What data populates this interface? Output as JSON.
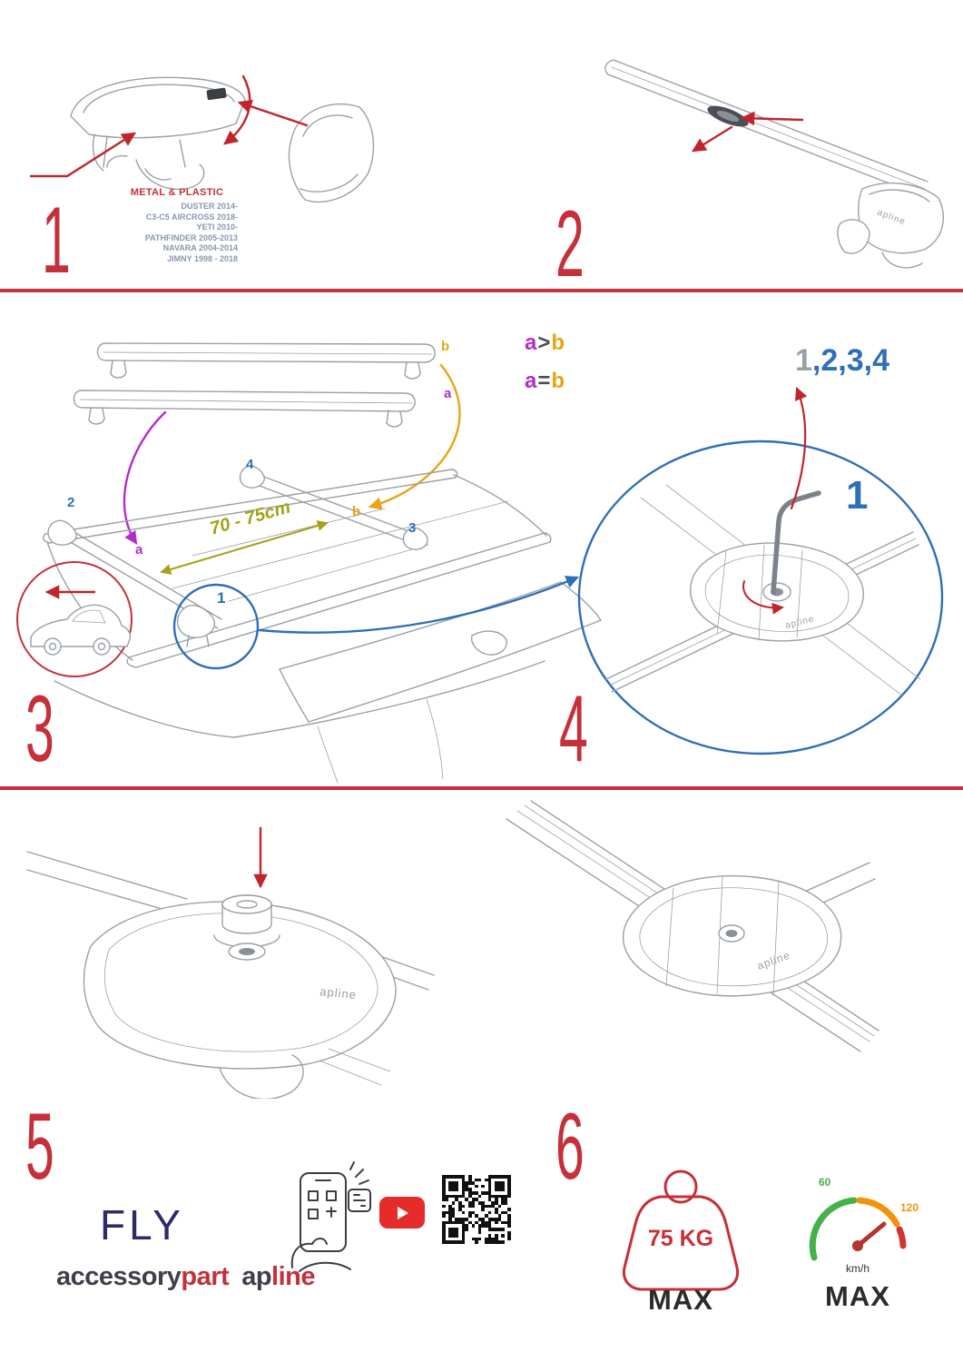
{
  "colors": {
    "red": "#c5303a",
    "arrow_red": "#c0252c",
    "blue": "#2e6fb7",
    "purple": "#b32ccd",
    "orange": "#e8a414",
    "olive": "#a2a318",
    "navy": "#2d2a68",
    "sketch": "#9aa0a6",
    "youtube_red": "#e62b2b",
    "gauge_green": "#46b04a",
    "gauge_orange": "#f2930d",
    "gauge_red": "#d23430",
    "vehicle_text": "#8a97ad"
  },
  "step1": {
    "number": "1",
    "material": "METAL & PLASTIC",
    "vehicles": [
      "DUSTER 2014-",
      "C3-C5 AIRCROSS 2018-",
      "YETI 2010-",
      "PATHFINDER 2005-2013",
      "NAVARA 2004-2014",
      "JIMNY 1998 - 2018"
    ]
  },
  "step2": {
    "number": "2"
  },
  "step3": {
    "number": "3",
    "bar_label_b": "b",
    "bar_label_a": "a",
    "legend1": {
      "a": "a",
      "op": ">",
      "b": "b"
    },
    "legend2": {
      "a": "a",
      "op": "=",
      "b": "b"
    },
    "roof_labels": {
      "n2": "2",
      "n4": "4",
      "n3": "3",
      "n1": "1",
      "b": "b",
      "a": "a"
    },
    "distance": "70 - 75cm"
  },
  "step4": {
    "number": "4",
    "sequence_gray": "1",
    "sequence_blue": ",2,3,4",
    "callout": "1"
  },
  "step5": {
    "number": "5"
  },
  "step6": {
    "number": "6"
  },
  "branding": {
    "logo_small": "apline",
    "model": "FLY",
    "word1_dark": "accessory",
    "word1_red": "part",
    "word2_dark": "ap",
    "word2_red": "line"
  },
  "limits": {
    "weight": "75 KG",
    "weight_max": "MAX",
    "speed_low": "60",
    "speed_high": "120",
    "speed_unit": "km/h",
    "speed_max": "MAX"
  }
}
